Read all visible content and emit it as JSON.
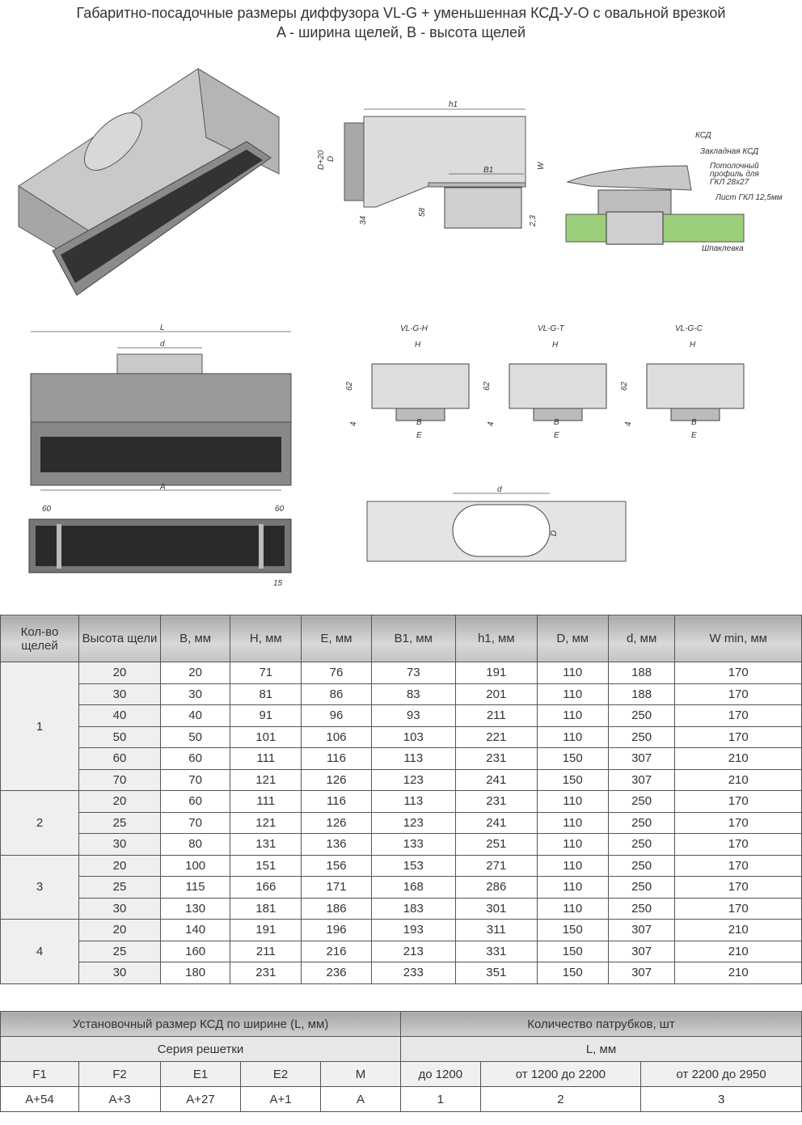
{
  "title": {
    "line1": "Габаритно-посадочные размеры диффузора VL-G + уменьшенная КСД-У-О с овальной врезкой",
    "line2": "A - ширина щелей, B - высота щелей"
  },
  "side_view": {
    "h1": "h1",
    "d20": "D+20",
    "d": "D",
    "b1": "B1",
    "w": "W",
    "dim34": "34",
    "dim58": "58",
    "dim23": "2,3"
  },
  "install": {
    "ksd": "КСД",
    "embed": "Закладная КСД",
    "profile1": "Потолочный",
    "profile2": "профиль для",
    "profile3": "ГКЛ 28х27",
    "gkl": "Лист ГКЛ 12,5мм",
    "putty": "Шпаклевка"
  },
  "front_view": {
    "l": "L",
    "d": "d",
    "a": "A"
  },
  "profiles": [
    {
      "name": "VL-G-H",
      "h": "H",
      "b": "B",
      "e": "E",
      "dim62": "62",
      "dim4": "4"
    },
    {
      "name": "VL-G-T",
      "h": "H",
      "b": "B",
      "e": "E",
      "dim62": "62",
      "dim4": "4"
    },
    {
      "name": "VL-G-C",
      "h": "H",
      "b": "B",
      "e": "E",
      "dim62": "62",
      "dim4": "4"
    }
  ],
  "bottom_view": {
    "left60": "60",
    "right60": "60",
    "dim15": "15"
  },
  "top_view": {
    "d": "d",
    "D": "D"
  },
  "table1": {
    "headers": [
      "Кол-во щелей",
      "Высота щели",
      "B, мм",
      "H, мм",
      "E, мм",
      "B1, мм",
      "h1, мм",
      "D, мм",
      "d, мм",
      "W min, мм"
    ],
    "groups": [
      {
        "slots": "1",
        "rows": [
          [
            "20",
            "20",
            "71",
            "76",
            "73",
            "191",
            "110",
            "188",
            "170"
          ],
          [
            "30",
            "30",
            "81",
            "86",
            "83",
            "201",
            "110",
            "188",
            "170"
          ],
          [
            "40",
            "40",
            "91",
            "96",
            "93",
            "211",
            "110",
            "250",
            "170"
          ],
          [
            "50",
            "50",
            "101",
            "106",
            "103",
            "221",
            "110",
            "250",
            "170"
          ],
          [
            "60",
            "60",
            "111",
            "116",
            "113",
            "231",
            "150",
            "307",
            "210"
          ],
          [
            "70",
            "70",
            "121",
            "126",
            "123",
            "241",
            "150",
            "307",
            "210"
          ]
        ]
      },
      {
        "slots": "2",
        "rows": [
          [
            "20",
            "60",
            "111",
            "116",
            "113",
            "231",
            "110",
            "250",
            "170"
          ],
          [
            "25",
            "70",
            "121",
            "126",
            "123",
            "241",
            "110",
            "250",
            "170"
          ],
          [
            "30",
            "80",
            "131",
            "136",
            "133",
            "251",
            "110",
            "250",
            "170"
          ]
        ]
      },
      {
        "slots": "3",
        "rows": [
          [
            "20",
            "100",
            "151",
            "156",
            "153",
            "271",
            "110",
            "250",
            "170"
          ],
          [
            "25",
            "115",
            "166",
            "171",
            "168",
            "286",
            "110",
            "250",
            "170"
          ],
          [
            "30",
            "130",
            "181",
            "186",
            "183",
            "301",
            "110",
            "250",
            "170"
          ]
        ]
      },
      {
        "slots": "4",
        "rows": [
          [
            "20",
            "140",
            "191",
            "196",
            "193",
            "311",
            "150",
            "307",
            "210"
          ],
          [
            "25",
            "160",
            "211",
            "216",
            "213",
            "331",
            "150",
            "307",
            "210"
          ],
          [
            "30",
            "180",
            "231",
            "236",
            "233",
            "351",
            "150",
            "307",
            "210"
          ]
        ]
      }
    ]
  },
  "table2": {
    "left_header": "Установочный размер КСД по ширине (L, мм)",
    "right_header": "Количество патрубков, шт",
    "series": "Серия решетки",
    "l_mm": "L, мм",
    "series_names": [
      "F1",
      "F2",
      "E1",
      "E2",
      "M"
    ],
    "series_values": [
      "A+54",
      "A+3",
      "A+27",
      "A+1",
      "A"
    ],
    "ranges": [
      "до 1200",
      "от 1200 до 2200",
      "от 2200 до 2950"
    ],
    "counts": [
      "1",
      "2",
      "3"
    ]
  }
}
